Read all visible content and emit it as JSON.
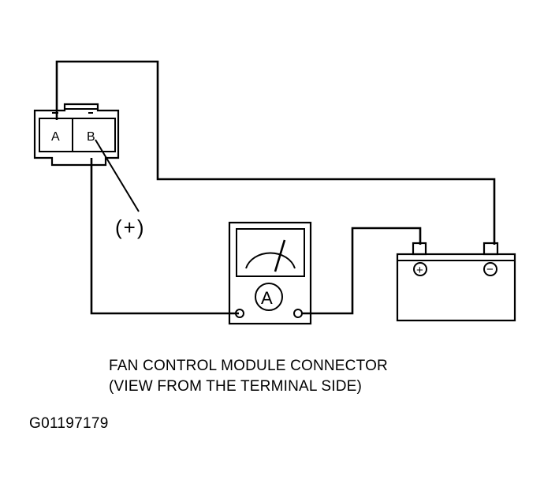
{
  "connector": {
    "terminal_a": "A",
    "terminal_b": "B"
  },
  "probe_label": "(+)",
  "meter": {
    "symbol": "A"
  },
  "battery": {
    "positive_symbol": "+",
    "negative_symbol": "−"
  },
  "caption": {
    "line1": "FAN CONTROL MODULE CONNECTOR",
    "line2": "(VIEW FROM THE TERMINAL SIDE)"
  },
  "figure_id": "G01197179",
  "colors": {
    "ink": "#000000",
    "background": "#ffffff"
  }
}
